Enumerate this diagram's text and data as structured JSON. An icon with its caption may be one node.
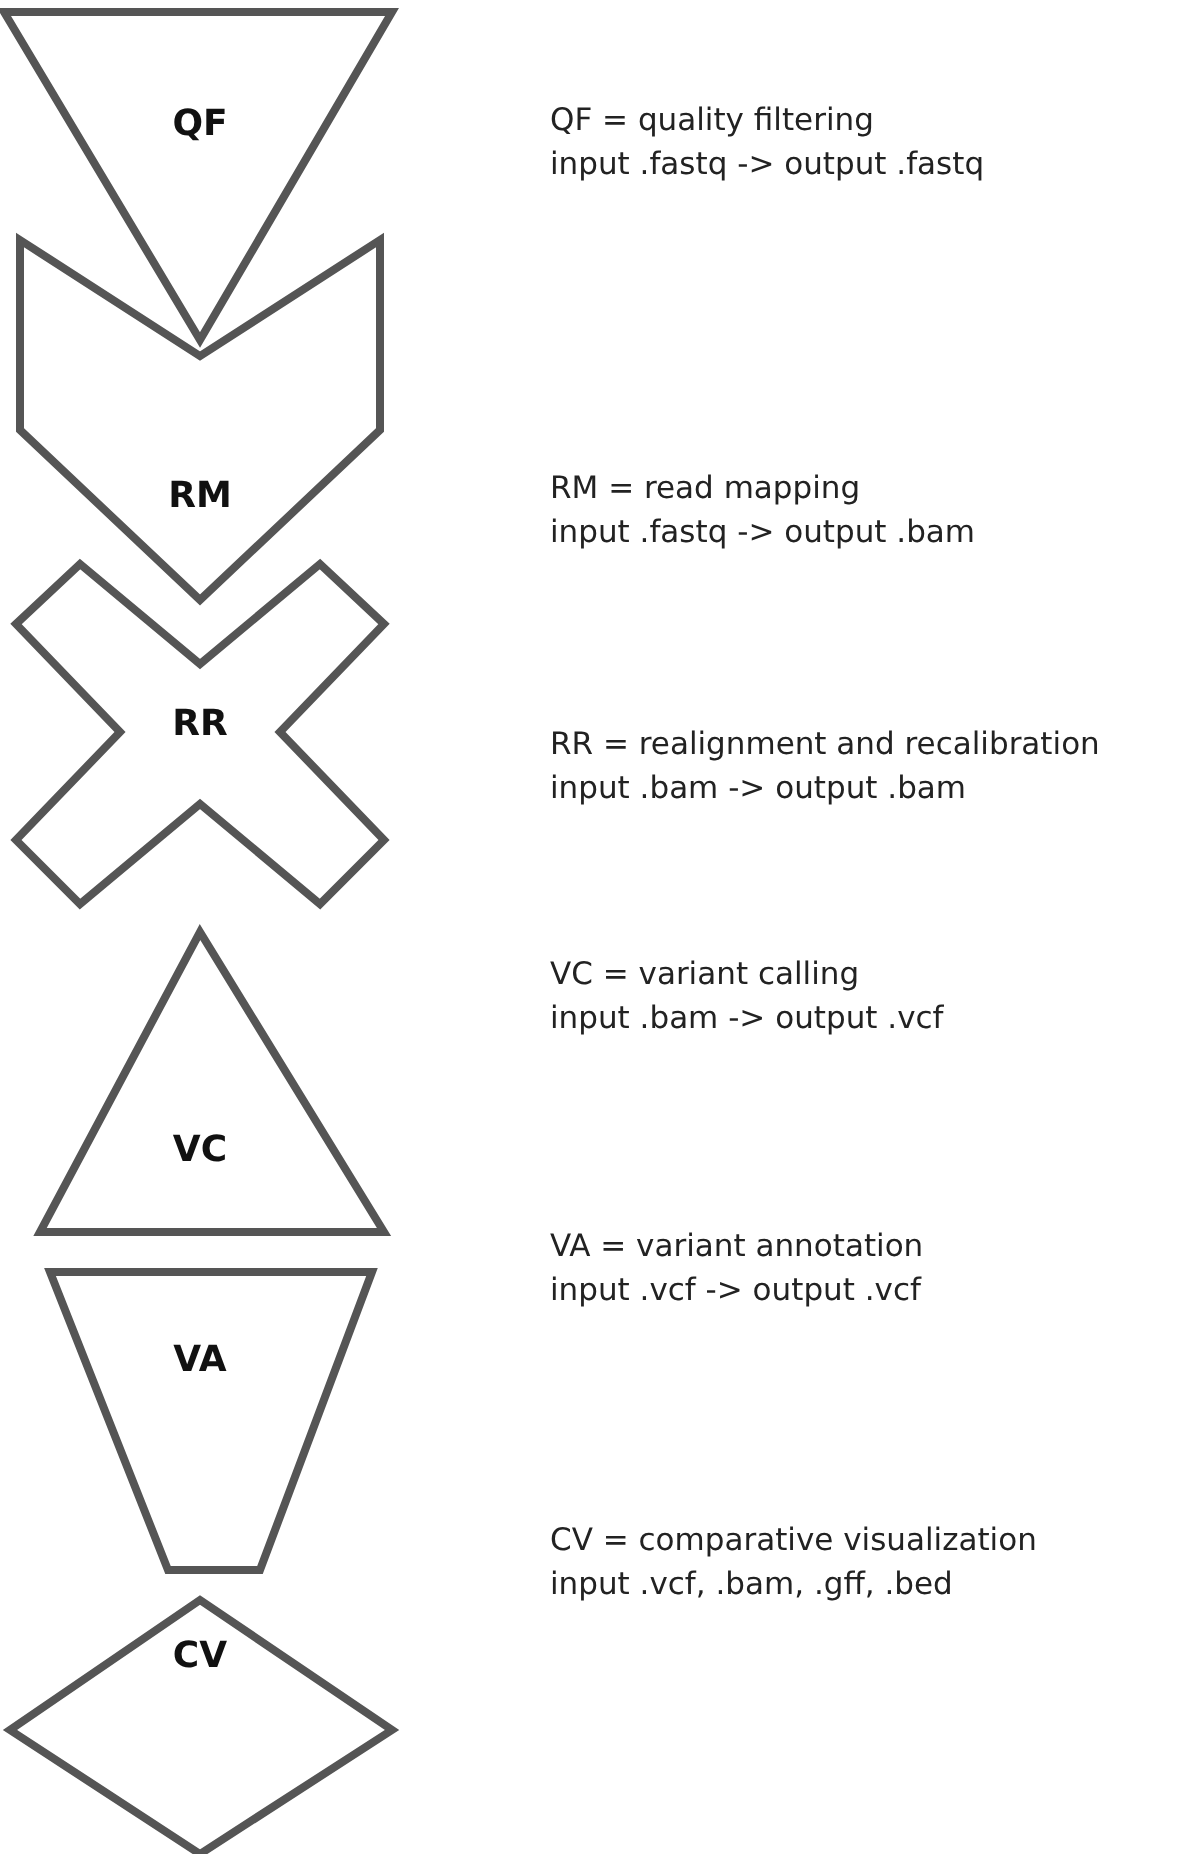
{
  "diagram": {
    "nodes": [
      {
        "text": [
          "QF"
        ],
        "beside": [
          "QF = quality filtering",
          "input .fastq -> output .fastq"
        ]
      },
      {
        "text": [
          "RM"
        ],
        "beside": [
          "RM = read mapping",
          "input .fastq -> output .bam"
        ]
      },
      {
        "text": [
          "RR"
        ],
        "beside": [
          "RR = realignment and recalibration",
          "input .bam -> output .bam"
        ]
      },
      {
        "text": [
          "VC"
        ],
        "beside": [
          "VC = variant calling",
          "input .bam -> output .vcf"
        ]
      },
      {
        "text": [
          "VA"
        ],
        "beside": [
          "VA = variant annotation",
          "input .vcf -> output .vcf"
        ]
      },
      {
        "text": [
          "CV"
        ],
        "beside": [
          "CV = comparative visualization",
          "input .vcf, .bam, .gff, .bed"
        ]
      }
    ]
  }
}
